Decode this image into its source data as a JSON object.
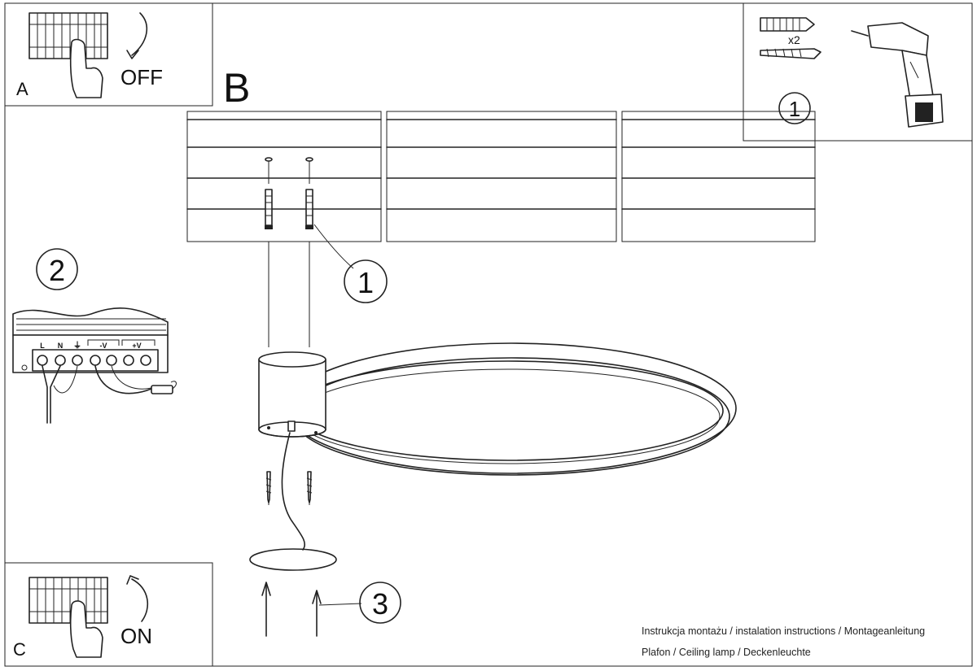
{
  "panel_a": {
    "letter": "A",
    "action": "OFF"
  },
  "panel_b": {
    "letter": "B"
  },
  "panel_c": {
    "letter": "C",
    "action": "ON"
  },
  "steps": {
    "step1": "1",
    "step2": "2",
    "step3": "3"
  },
  "fixings": {
    "quantity": "x2"
  },
  "terminal_block": {
    "labels": [
      "L",
      "N",
      "⏚",
      "-V",
      "+V"
    ]
  },
  "captions": {
    "line1": "Instrukcja montażu / instalation instructions / Montageanleitung",
    "line2": "Plafon / Ceiling lamp / Deckenleuchte"
  },
  "colors": {
    "ink": "#222222",
    "paper": "#ffffff"
  }
}
